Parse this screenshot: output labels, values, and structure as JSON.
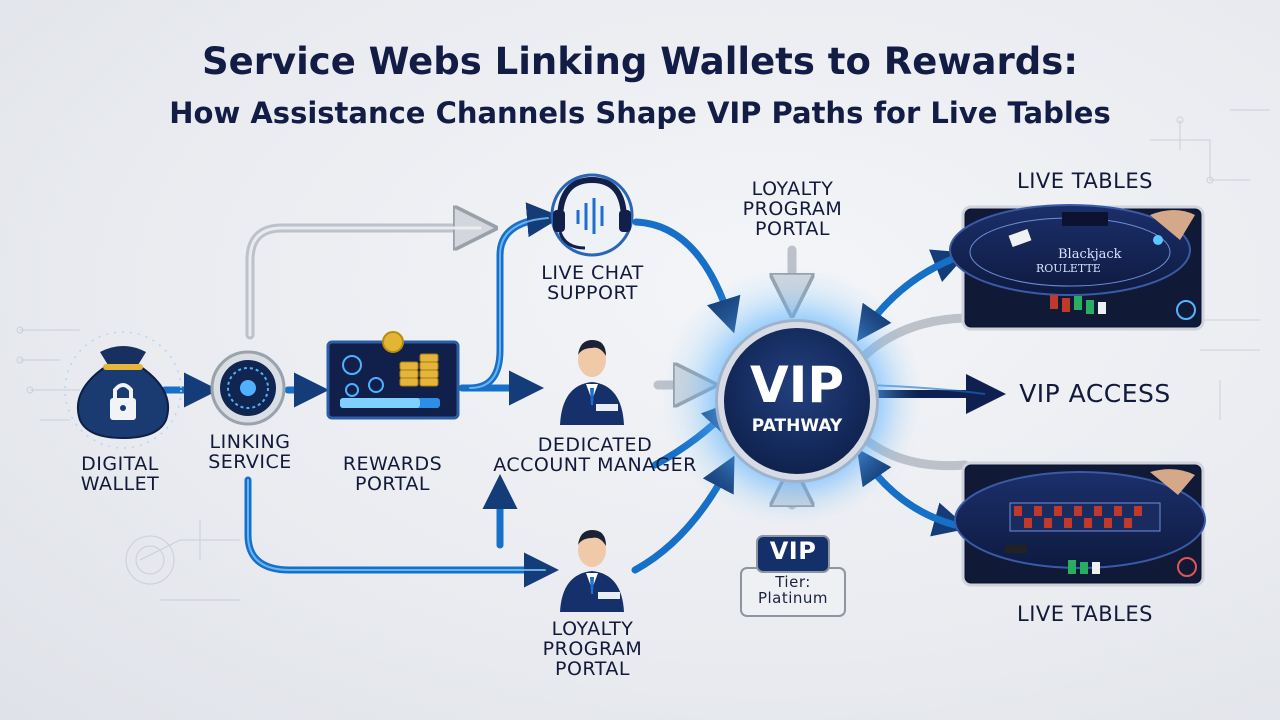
{
  "title": {
    "line1": "Service Webs Linking Wallets to Rewards:",
    "line2": "How Assistance Channels Shape VIP Paths for Live Tables"
  },
  "nodes": {
    "digital_wallet": {
      "label": "DIGITAL\nWALLET",
      "icon": "money-bag-lock-icon"
    },
    "linking_service": {
      "label": "LINKING\nSERVICE",
      "icon": "link-dial-icon"
    },
    "rewards_portal": {
      "label": "REWARDS\nPORTAL",
      "icon": "monitor-coins-icon"
    },
    "live_chat": {
      "label": "LIVE CHAT\nSUPPORT",
      "icon": "headset-icon"
    },
    "account_manager": {
      "label": "DEDICATED\nACCOUNT MANAGER",
      "icon": "person-icon"
    },
    "loyalty_bottom": {
      "label": "LOYALTY\nPROGRAM\nPORTAL",
      "icon": "person-icon"
    },
    "loyalty_top": {
      "label": "LOYALTY\nPROGRAM\nPORTAL"
    },
    "vip_pathway": {
      "label_big": "VIP",
      "label_small": "PATHWAY"
    },
    "vip_badge": {
      "label_big": "VIP",
      "label_small": "Tier:\nPlatinum"
    },
    "vip_access": {
      "label": "VIP ACCESS"
    },
    "live_tables_top": {
      "label": "LIVE TABLES",
      "table_text": "Blackjack\nRoulette"
    },
    "live_tables_bottom": {
      "label": "LIVE TABLES"
    }
  },
  "colors": {
    "navy": "#121c45",
    "blue_arrow": "#1f7fd6",
    "gray_arrow": "#b9bec8",
    "glow": "#53b4ff"
  }
}
